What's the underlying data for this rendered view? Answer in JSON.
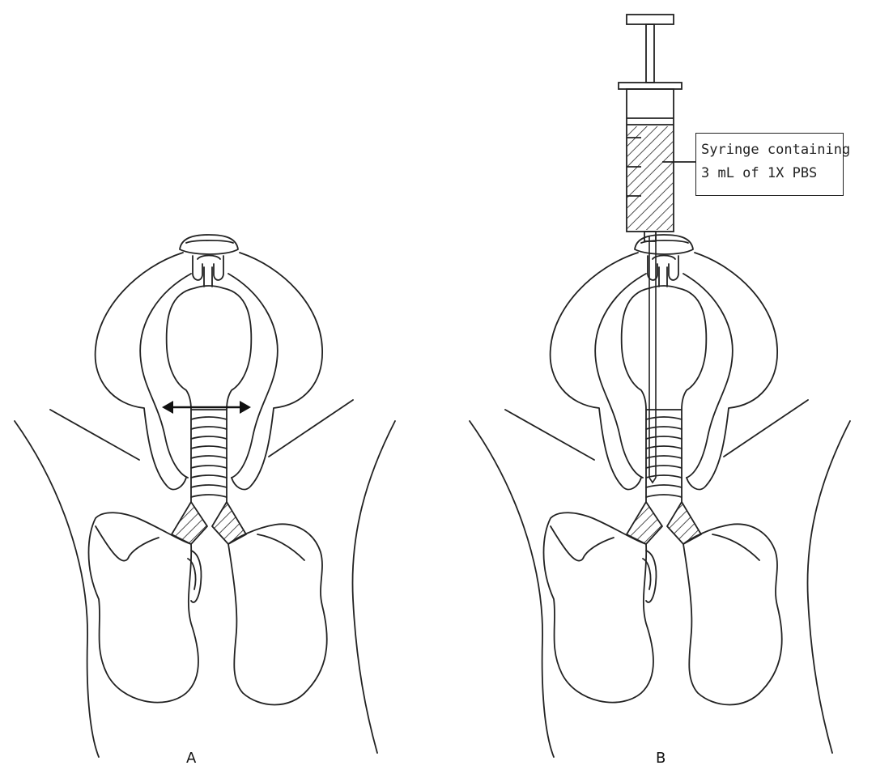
{
  "panels": [
    {
      "id": "A",
      "label": "A"
    },
    {
      "id": "B",
      "label": "B"
    }
  ],
  "callout": {
    "line1": "Syringe containing",
    "line2": "3 mL of 1X PBS"
  }
}
